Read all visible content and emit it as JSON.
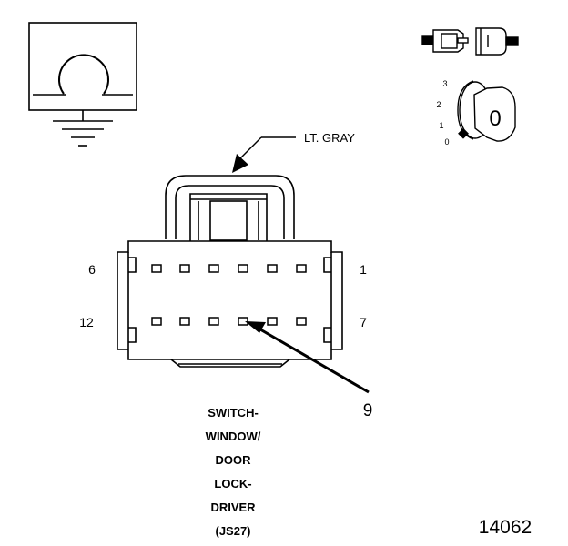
{
  "meter_icon": {
    "name": "ohmmeter-icon"
  },
  "connector": {
    "color_label": "LT. GRAY",
    "pin_labels": {
      "top_left": "6",
      "top_right": "1",
      "bottom_left": "12",
      "bottom_right": "7"
    },
    "callout_pin": "9",
    "pin_count": 12
  },
  "ignition": {
    "positions": [
      "3",
      "2",
      "1",
      "0"
    ],
    "key_position": "0"
  },
  "title_lines": [
    "SWITCH-",
    "WINDOW/",
    "DOOR",
    "LOCK-",
    "DRIVER",
    "(JS27)"
  ],
  "figure_number": "14062",
  "colors": {
    "ink": "#000000",
    "paper": "#ffffff",
    "fill_gray": "#d9d9d9"
  }
}
